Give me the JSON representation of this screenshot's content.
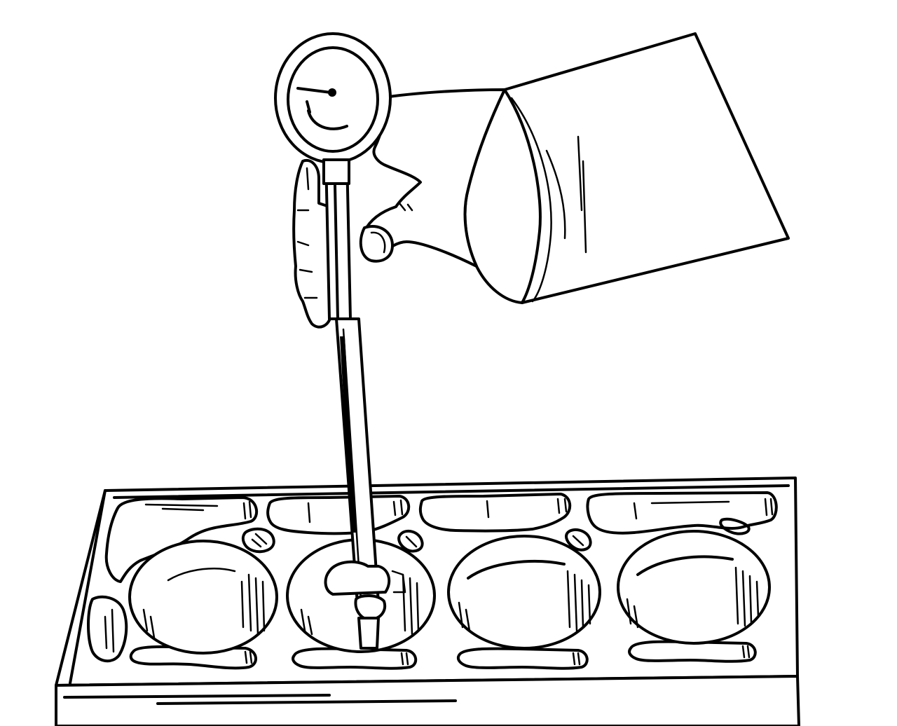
{
  "figure": {
    "ink_color": "#000000",
    "paper_color": "#ffffff",
    "subject": [
      "cylinder-block-deck",
      "four-cylinder-bores",
      "bore-gauge",
      "dial-indicator",
      "hand-and-sleeve"
    ]
  }
}
